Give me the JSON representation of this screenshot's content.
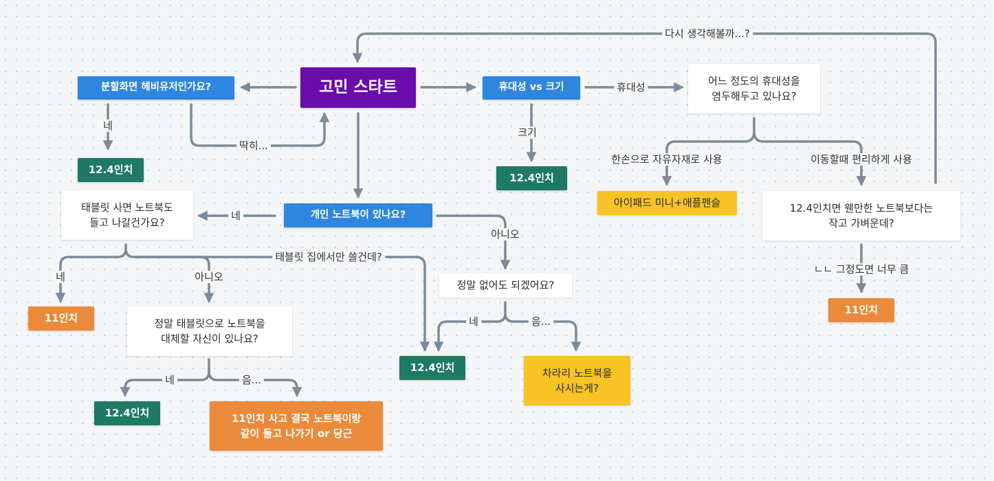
{
  "colors": {
    "edge": "#7c8a99",
    "purple": "#6a0dad",
    "blue": "#2e86de",
    "green": "#1e7a63",
    "orange": "#ea8a3a",
    "yellow": "#f7c325"
  },
  "nodes": {
    "start": "고민 스타트",
    "split_screen_q": "분할화면 헤비유저인가요?",
    "portability_vs_size": "휴대성 vs 크기",
    "portability_degree_q": "어느 정도의 휴대성을\n염두해두고 있나요?",
    "laptop_q": "개인 노트북이 있나요?",
    "tablet_carry_q": "태블릿 사면 노트북도\n들고 나갈건가요?",
    "really_no_laptop_q": "정말 없어도 되겠어요?",
    "replace_laptop_q": "정말 태블릿으로 노트북을\n대체할 자신이 있나요?",
    "ipad_mini": "아이패드 미니+애플펜슬",
    "lighter_than_laptop": "12.4인치면 웬만한 노트북보다는\n작고 가벼운데?",
    "result_split_124": "12.4인치",
    "result_size_124": "12.4인치",
    "result_11_a": "11인치",
    "result_11_b": "11인치",
    "result_home_124": "12.4인치",
    "result_replace_124": "12.4인치",
    "result_11_combo": "11인치 사고 결국 노트북이랑\n같이 들고 나가기 or 당근",
    "buy_laptop": "차라리 노트북을\n사시는게?"
  },
  "edge_labels": {
    "rethink": "다시 생각해볼까...?",
    "split_yes": "네",
    "split_not_really": "딱히...",
    "portability": "휴대성",
    "size": "크기",
    "one_hand": "한손으로 자유자재로 사용",
    "on_the_move": "이동할때 편리하게 사용",
    "too_big": "ㄴㄴ 그정도면 너무 큼",
    "laptop_yes": "네",
    "laptop_no": "아니오",
    "carry_yes": "네",
    "carry_no": "아니오",
    "home_only": "태블릿 집에서만 쓸건데?",
    "nolaptop_yes": "네",
    "nolaptop_hmm": "음...",
    "replace_yes": "네",
    "replace_hmm": "음..."
  }
}
